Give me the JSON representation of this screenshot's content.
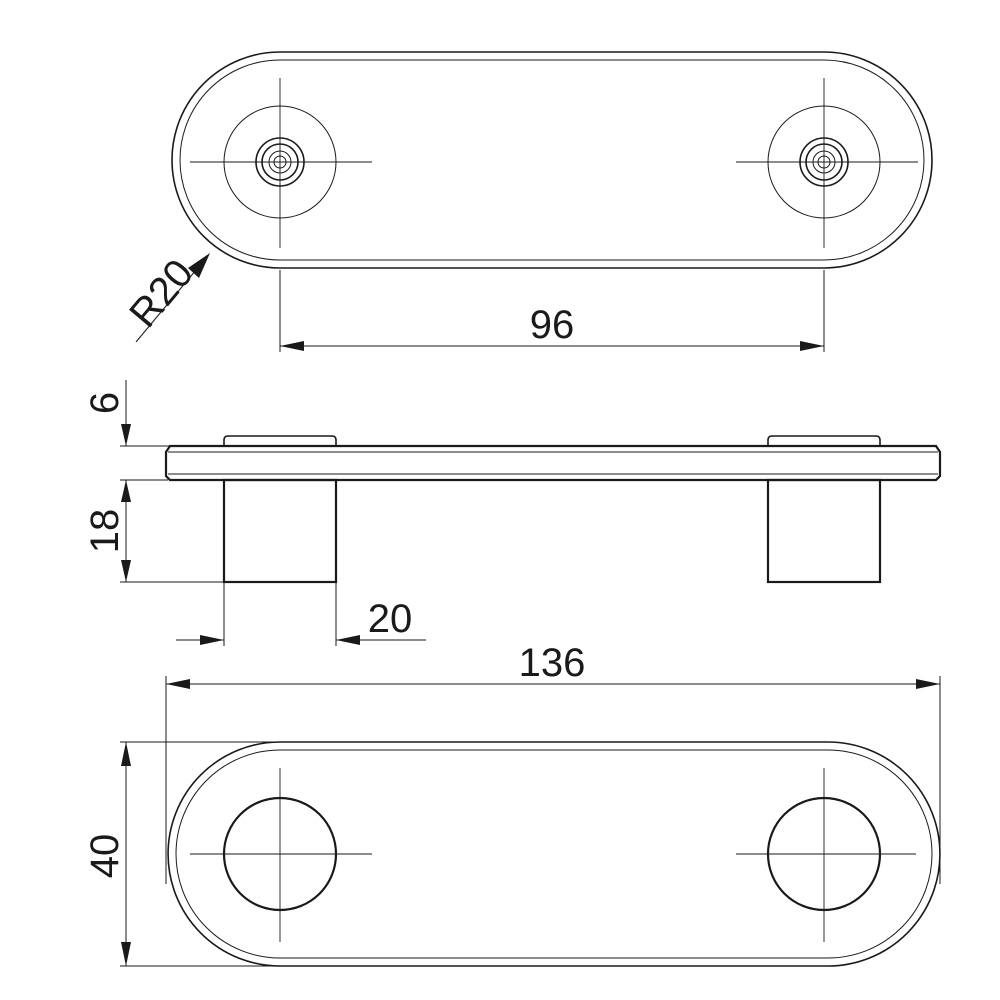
{
  "dimensions": {
    "radius": "R20",
    "hole_spacing": "96",
    "plate_thickness": "6",
    "post_height": "18",
    "post_diameter": "20",
    "overall_length": "136",
    "overall_width": "40"
  },
  "colors": {
    "line": "#1a1a1a",
    "background": "#ffffff"
  }
}
